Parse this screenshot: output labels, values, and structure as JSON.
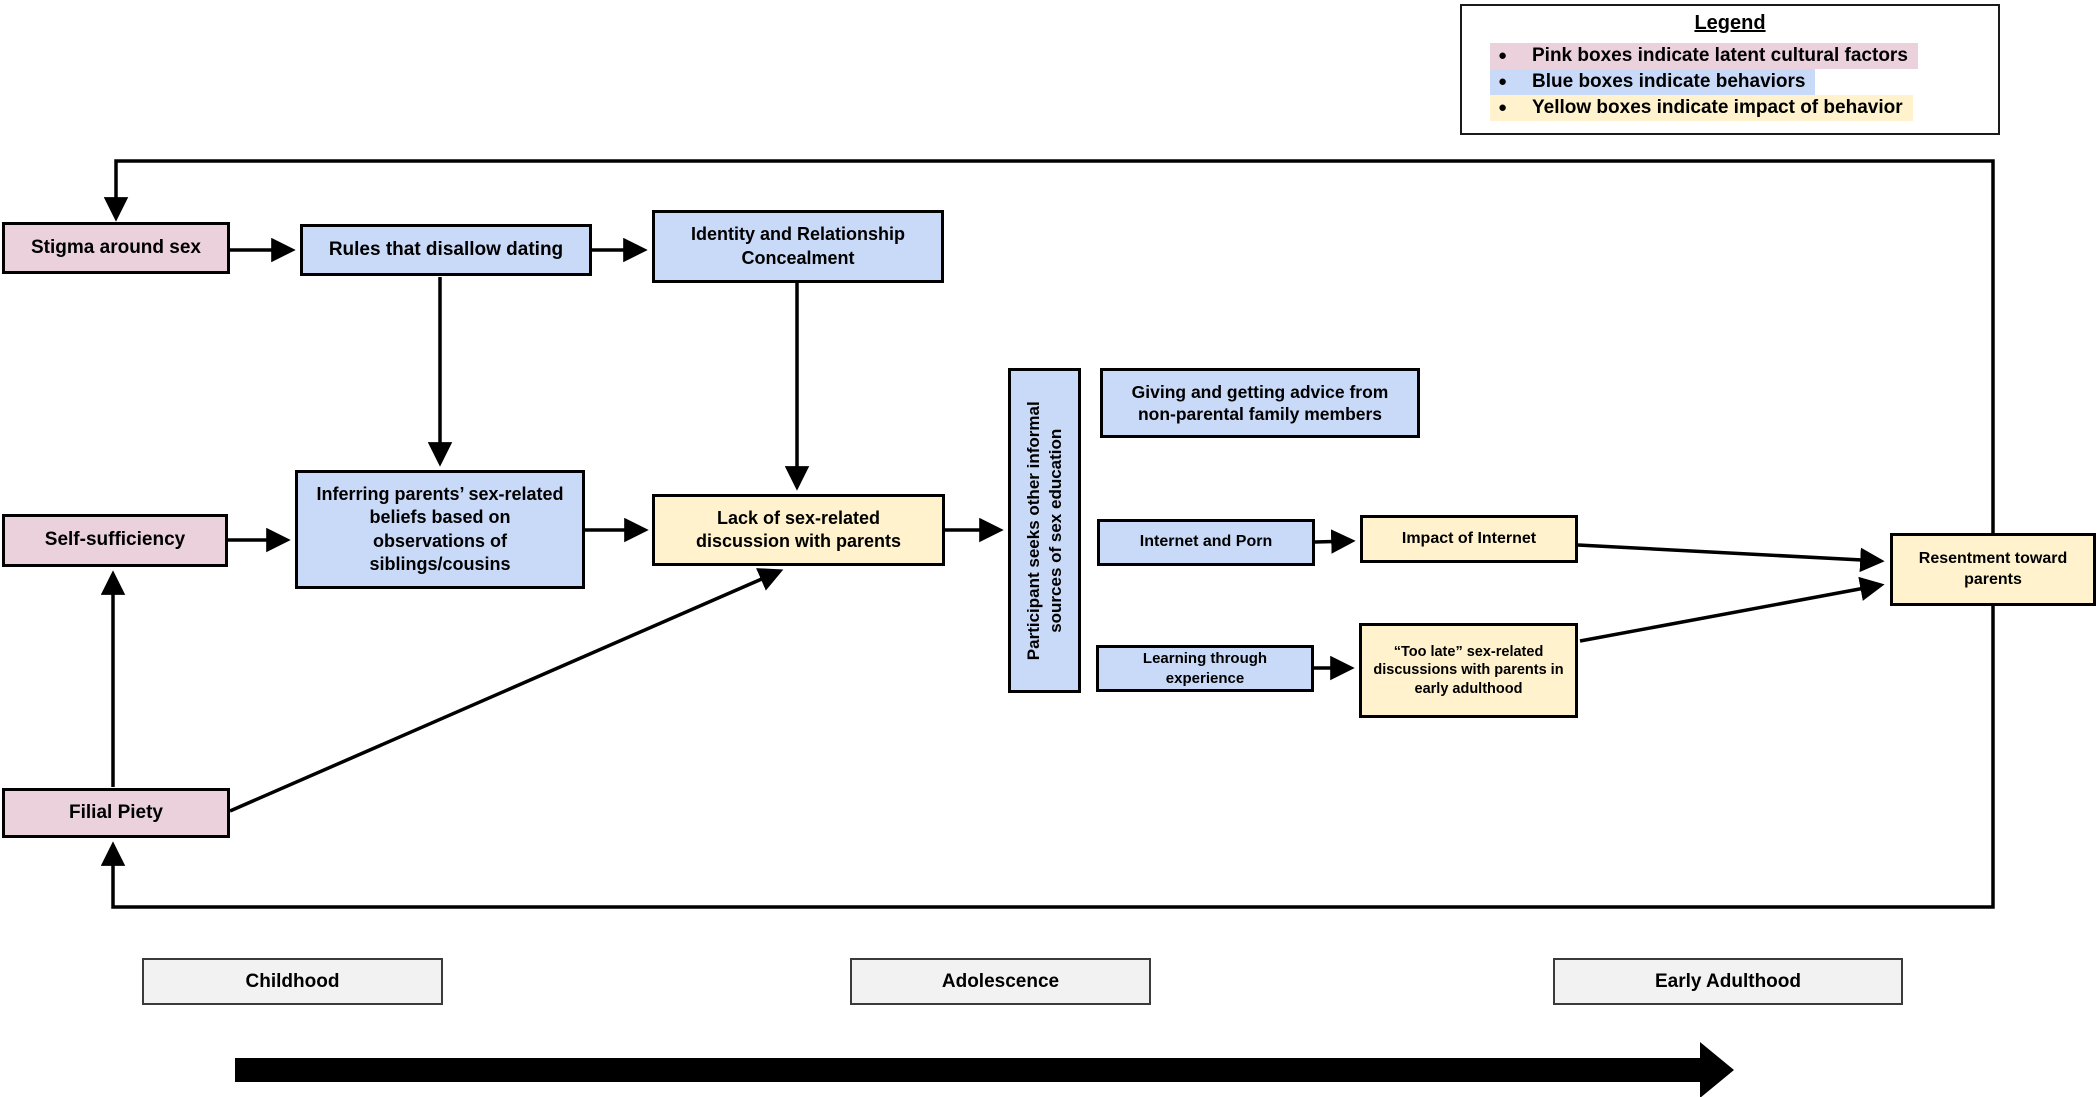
{
  "figure": {
    "legend": {
      "title": "Legend",
      "items": [
        {
          "label": "Pink boxes indicate latent cultural factors",
          "color": "#ead1dc"
        },
        {
          "label": "Blue boxes indicate behaviors",
          "color": "#c9daf8"
        },
        {
          "label": "Yellow boxes indicate impact of behavior",
          "color": "#fff2cc"
        }
      ]
    },
    "boxes": {
      "stigma": {
        "label": "Stigma around sex",
        "type": "pink"
      },
      "rules": {
        "label": "Rules that disallow dating",
        "type": "blue"
      },
      "identity": {
        "label": "Identity and Relationship\nConcealment",
        "type": "blue"
      },
      "self_sufficiency": {
        "label": "Self-sufficiency",
        "type": "pink"
      },
      "inferring": {
        "label": "Inferring parents’ sex-related\nbeliefs based on\nobservations of\nsiblings/cousins",
        "type": "blue"
      },
      "lack": {
        "label": "Lack of sex-related\ndiscussion with parents",
        "type": "yellow"
      },
      "participant_seeks": {
        "label": "Participant seeks other informal\nsources of sex education",
        "type": "blue"
      },
      "giving": {
        "label": "Giving and getting advice from\nnon-parental family members",
        "type": "blue"
      },
      "internet": {
        "label": "Internet and Porn",
        "type": "blue"
      },
      "impact": {
        "label": "Impact of Internet",
        "type": "yellow"
      },
      "learning": {
        "label": "Learning through experience",
        "type": "blue"
      },
      "too_late": {
        "label": "“Too late” sex-related\ndiscussions with parents in\nearly adulthood",
        "type": "yellow"
      },
      "resentment": {
        "label": "Resentment toward\nparents",
        "type": "yellow"
      },
      "filial": {
        "label": "Filial Piety",
        "type": "pink"
      }
    },
    "timeline": {
      "childhood": "Childhood",
      "adolescence": "Adolescence",
      "early_adulthood": "Early Adulthood"
    }
  },
  "colors": {
    "pink": "#ead1dc",
    "blue": "#c9daf8",
    "yellow": "#fff2cc",
    "timeline_fill": "#f2f2f2",
    "line": "#000000"
  }
}
